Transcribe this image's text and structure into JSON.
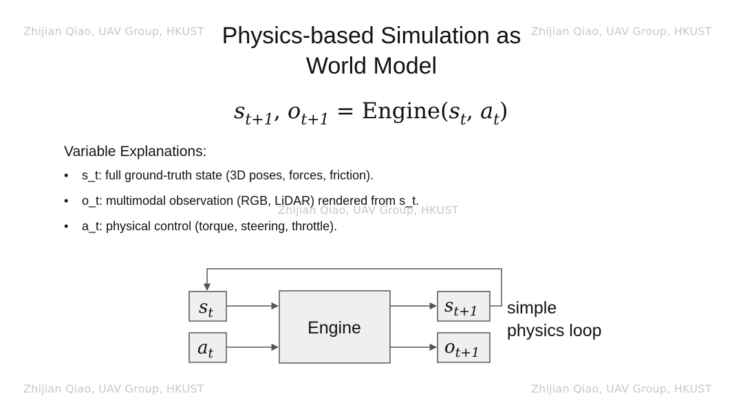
{
  "watermark": "Zhijian Qiao, UAV Group, HKUST",
  "title": {
    "line1": "Physics-based Simulation as",
    "line2": "World Model"
  },
  "formula": {
    "s": "s",
    "s_sub": "t+1",
    "o": "o",
    "o_sub": "t+1",
    "equals": " = ",
    "engine": "Engine(",
    "arg_s": "s",
    "arg_s_sub": "t",
    "comma": ", ",
    "arg_a": "a",
    "arg_a_sub": "t",
    "close": ")"
  },
  "explanations": {
    "heading": "Variable Explanations:",
    "items": [
      "s_t: full ground-truth state (3D poses, forces, friction).",
      "o_t: multimodal observation (RGB, LiDAR) rendered from s_t.",
      "a_t: physical control (torque, steering, throttle)."
    ]
  },
  "diagram": {
    "input_state": {
      "base": "s",
      "sub": "t"
    },
    "input_action": {
      "base": "a",
      "sub": "t"
    },
    "engine_label": "Engine",
    "output_state": {
      "base": "s",
      "sub": "t+1"
    },
    "output_obs": {
      "base": "o",
      "sub": "t+1"
    },
    "loop_label_line1": "simple",
    "loop_label_line2": "physics loop",
    "box_fill": "#efefef",
    "stroke": "#555555"
  }
}
